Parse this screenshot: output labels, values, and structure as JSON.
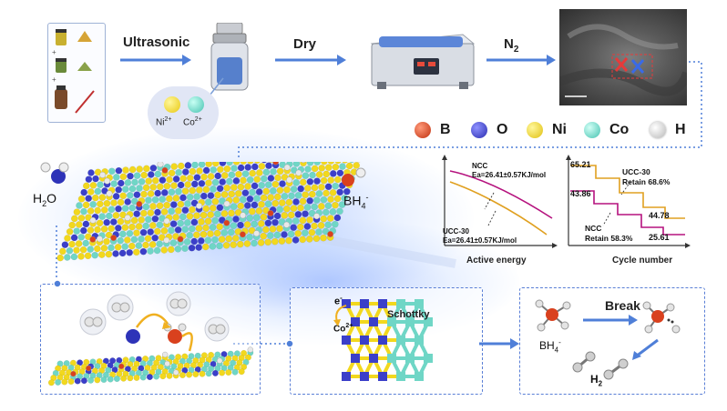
{
  "steps": {
    "ultrasonic": "Ultrasonic",
    "dry": "Dry",
    "n2": "N",
    "n2_sub": "2",
    "ni_ion": "Ni",
    "ni_charge": "2+",
    "co_ion": "Co",
    "co_charge": "2+"
  },
  "legend": [
    {
      "label": "B",
      "color": "#d9411e"
    },
    {
      "label": "O",
      "color": "#3b3fc9"
    },
    {
      "label": "Ni",
      "color": "#f2d81e"
    },
    {
      "label": "Co",
      "color": "#6fd6c6"
    },
    {
      "label": "H",
      "color": "#e8e8e8"
    }
  ],
  "molecules": {
    "h2o": "H",
    "h2o_sub": "2",
    "h2o_tail": "O",
    "bh4": "BH",
    "bh4_sub": "4",
    "bh4_sup": "-"
  },
  "energy_chart": {
    "ncc_label": "NCC",
    "ncc_ea": "Ea=26.41±0.57KJ/mol",
    "ucc_label": "UCC-30",
    "ucc_ea": "Ea=26.41±0.57KJ/mol",
    "xlabel": "Active energy"
  },
  "cycle_chart": {
    "values": [
      "65.21",
      "43.86",
      "44.78",
      "25.61"
    ],
    "ucc_label": "UCC-30",
    "ucc_retain": "Retain 68.6%",
    "ncc_label": "NCC",
    "ncc_retain": "Retain 58.3%",
    "xlabel": "Cycle number"
  },
  "mechanism": {
    "electron": "e",
    "electron_sup": "-",
    "co_label": "Co",
    "co_sup": "2+",
    "schottky": "Schottky",
    "break_label": "Break",
    "bh4": "BH",
    "bh4_sub": "4",
    "bh4_sup": "-",
    "h2": "H",
    "h2_sub": "2"
  },
  "colors": {
    "arrow": "#4f7fd8",
    "boron": "#d9411e",
    "oxygen": "#3b3fc9",
    "nickel": "#f2d81e",
    "cobalt": "#6fd6c6",
    "hydrogen": "#e8e8e8",
    "ncc_curve": "#b5127e",
    "ucc_curve": "#e0a020"
  }
}
